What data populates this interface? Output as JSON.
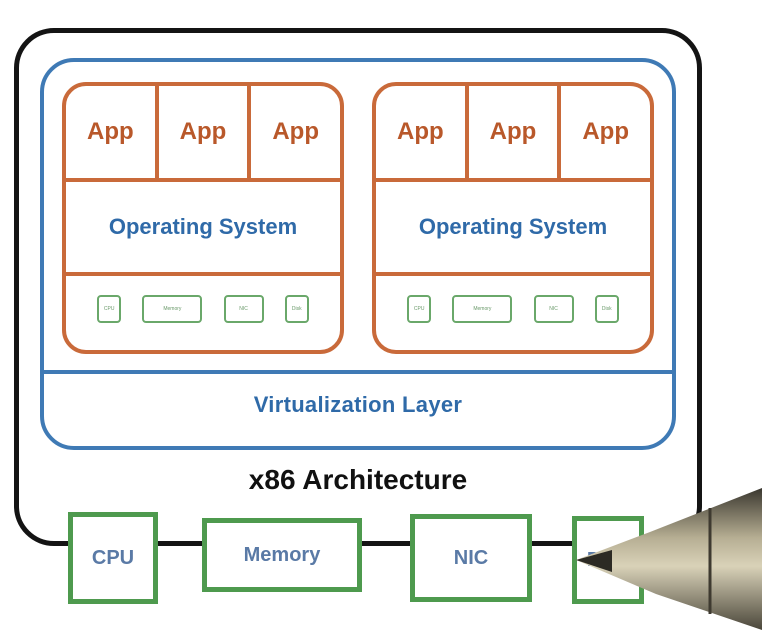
{
  "diagram": {
    "virtual_machines": [
      {
        "apps": [
          "App",
          "App",
          "App"
        ],
        "os_label": "Operating System",
        "virtual_hardware": [
          "CPU",
          "Memory",
          "NIC",
          "Disk"
        ]
      },
      {
        "apps": [
          "App",
          "App",
          "App"
        ],
        "os_label": "Operating System",
        "virtual_hardware": [
          "CPU",
          "Memory",
          "NIC",
          "Disk"
        ]
      }
    ],
    "virtualization_layer_label": "Virtualization Layer",
    "architecture_label": "x86 Architecture",
    "physical_hardware": [
      "CPU",
      "Memory",
      "NIC",
      "Disk"
    ]
  },
  "colors": {
    "outer_border": "#141414",
    "virtualization_blue": "#3f7ab5",
    "vm_border_orange": "#c96a3a",
    "app_text_orange": "#b9582a",
    "hardware_green": "#4e9a4e"
  },
  "icons": {
    "pen": "pen-icon"
  }
}
